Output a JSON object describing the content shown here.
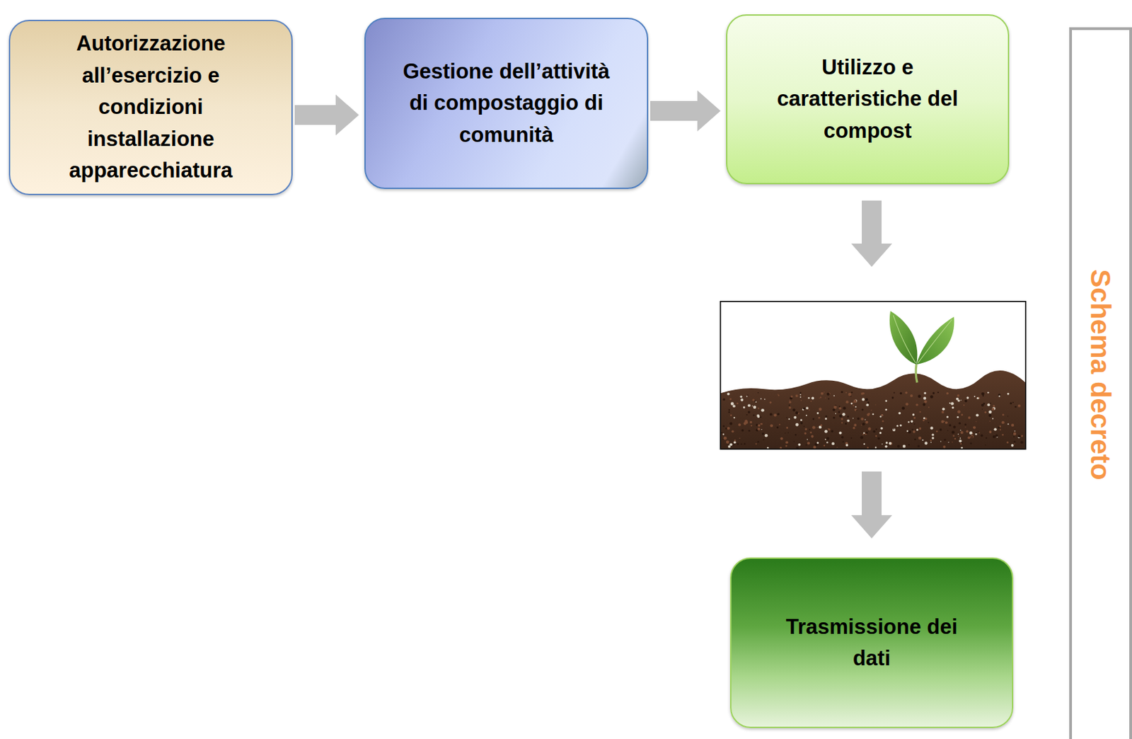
{
  "diagram": {
    "nodes": [
      {
        "text": [
          "Autorizzazione all’esercizio e condizioni installazione apparecchiatura"
        ]
      },
      {
        "text": [
          "Gestione dell’attività di compostaggio di comunità"
        ]
      },
      {
        "text": [
          "Utilizzo e caratteristiche del compost"
        ]
      },
      {
        "text": [
          "Trasmissione dei dati"
        ]
      },
      {
        "text": [
          "Schema decreto"
        ]
      }
    ],
    "edges": [
      {
        "from": 0,
        "to": 1,
        "arrow": "to"
      },
      {
        "from": 1,
        "to": 2,
        "arrow": "to"
      },
      {
        "from": 2,
        "to": 3,
        "arrow": "to"
      }
    ]
  }
}
